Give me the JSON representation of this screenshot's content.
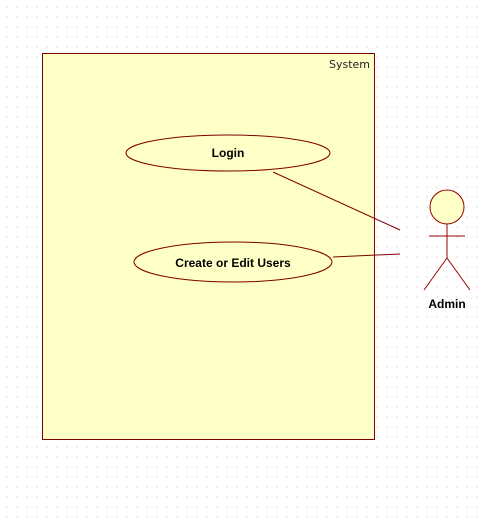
{
  "system": {
    "label": "System"
  },
  "use_cases": {
    "login": {
      "label": "Login"
    },
    "create_edit_users": {
      "label": "Create or Edit Users"
    }
  },
  "actor": {
    "label": "Admin"
  },
  "colors": {
    "system_fill": "#ffffc8",
    "usecase_fill": "#ffffc8",
    "stroke": "#800000",
    "actor_stroke": "#990000"
  }
}
